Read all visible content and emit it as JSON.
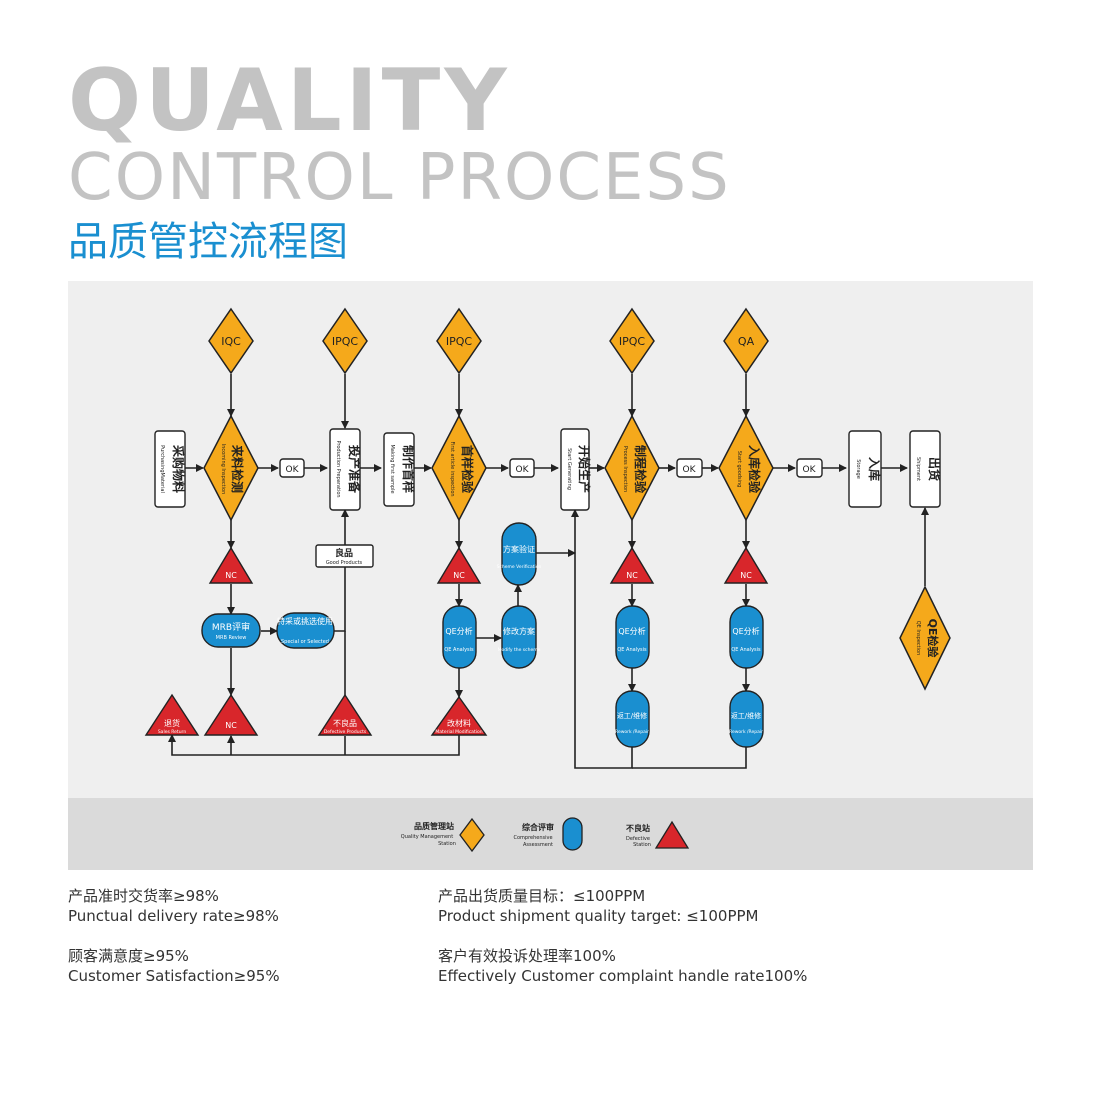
{
  "header": {
    "title_line1": "QUALITY",
    "title_line2": "CONTROL PROCESS",
    "title_cn": "品质管控流程图"
  },
  "colors": {
    "station": "#f5a91b",
    "assessment": "#1a8fd0",
    "defective": "#d8262b",
    "title_gray": "#c3c3c3",
    "title_blue": "#1a8fd0",
    "panel": "#efefef"
  },
  "flow": {
    "stations": {
      "iqc": "IQC",
      "ipqc1": "IPQC",
      "ipqc2": "IPQC",
      "ipqc3": "IPQC",
      "qa": "QA"
    },
    "processes": {
      "purchasing": {
        "cn": "采购物料",
        "en": "PurchasingMaterial"
      },
      "production_prep": {
        "cn": "投产准备",
        "en": "Production Preparation"
      },
      "first_sample": {
        "cn": "制作首样",
        "en": "Making first sample"
      },
      "start_generating": {
        "cn": "开始生产",
        "en": "Start Generating"
      },
      "storage": {
        "cn": "入库",
        "en": "Storage"
      },
      "shipment": {
        "cn": "出货",
        "en": "Shipment"
      },
      "good_products": {
        "cn": "良品",
        "en": "Good Products"
      }
    },
    "inspections": {
      "incoming": {
        "cn": "来料检测",
        "en": "Incoming Inspection"
      },
      "first_article": {
        "cn": "首样检验",
        "en": "First article inspection"
      },
      "process": {
        "cn": "制程检验",
        "en": "Process Inspection"
      },
      "storage": {
        "cn": "入库检验",
        "en": "Start goodsing"
      },
      "qe": {
        "cn": "QE检验",
        "en": "QE Inspection"
      }
    },
    "ok_label": "OK",
    "nc_label": "NC",
    "assessments": {
      "mrb": {
        "cn": "MRB评审",
        "en": "MRB Review"
      },
      "special": {
        "cn": "特采或挑选使用",
        "en": "Special or Selected"
      },
      "qe_analysis": {
        "cn": "QE分析",
        "en": "QE Analysis"
      },
      "scheme_verify": {
        "cn": "方案验证",
        "en": "Scheme Verification"
      },
      "modify_scheme": {
        "cn": "修改方案",
        "en": "Modify the scheme"
      },
      "rework": {
        "cn": "返工/维修",
        "en": "Rework /Repair"
      }
    },
    "defects": {
      "sales_return": {
        "cn": "退货",
        "en": "Sales Return"
      },
      "nc": {
        "cn": "NC",
        "en": ""
      },
      "defective_products": {
        "cn": "不良品",
        "en": "Defective Products"
      },
      "material_modification": {
        "cn": "改材料",
        "en": "Material Modification"
      }
    }
  },
  "legend": {
    "station": {
      "cn": "品质管理站",
      "en1": "Quality Management",
      "en2": "Station"
    },
    "assessment": {
      "cn": "综合评审",
      "en1": "Comprehensive",
      "en2": "Assessment"
    },
    "defective": {
      "cn": "不良站",
      "en1": "Defective",
      "en2": "Station"
    }
  },
  "stats": {
    "delivery_cn": "产品准时交货率≥98%",
    "delivery_en": "Punctual delivery rate≥98%",
    "satisfaction_cn": "顾客满意度≥95%",
    "satisfaction_en": "Customer Satisfaction≥95%",
    "quality_cn": "产品出货质量目标：≤100PPM",
    "quality_en": "Product shipment quality target: ≤100PPM",
    "complaint_cn": "客户有效投诉处理率100%",
    "complaint_en": "Effectively Customer complaint handle rate100%"
  }
}
